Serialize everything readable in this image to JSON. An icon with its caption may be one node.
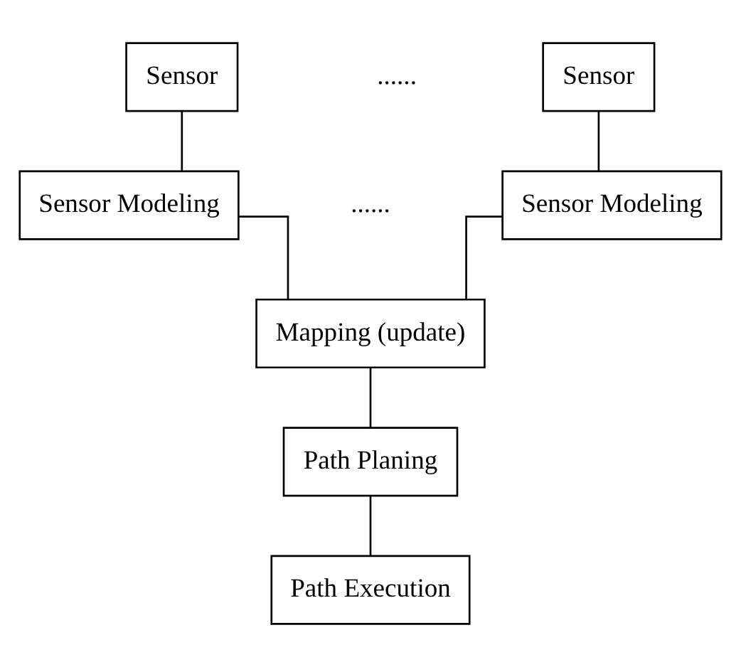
{
  "diagram": {
    "nodes": [
      {
        "text": [
          "Sensor"
        ]
      },
      {
        "text": [
          "Sensor"
        ]
      },
      {
        "text": [
          "Sensor Modeling"
        ]
      },
      {
        "text": [
          "Sensor Modeling"
        ]
      },
      {
        "text": [
          "Mapping (update)"
        ]
      },
      {
        "text": [
          "Path Planing"
        ]
      },
      {
        "text": [
          "Path Execution"
        ]
      }
    ],
    "edges": [
      {
        "from": 0,
        "to": 2,
        "arrow": "none"
      },
      {
        "from": 1,
        "to": 3,
        "arrow": "none"
      },
      {
        "from": 2,
        "to": 4,
        "arrow": "none"
      },
      {
        "from": 3,
        "to": 4,
        "arrow": "none"
      },
      {
        "from": 4,
        "to": 5,
        "arrow": "none"
      },
      {
        "from": 5,
        "to": 6,
        "arrow": "none"
      }
    ],
    "labels": [
      "......",
      "......"
    ]
  }
}
